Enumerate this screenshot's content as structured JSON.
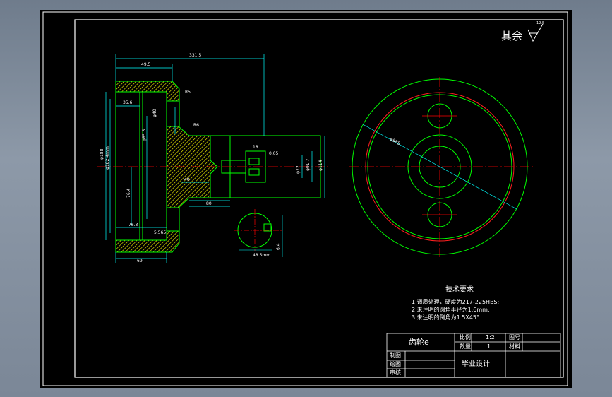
{
  "roughness_note": "其余",
  "roughness_value": "12.5",
  "tech_requirements": {
    "title": "技术要求",
    "items": [
      "1.调质处理，硬度为217-225HBS;",
      "2.未注明的圆角半径为1.6mm;",
      "3.未注明的倒角为1.5X45°."
    ]
  },
  "title_block": {
    "part_name": "齿轮e",
    "scale_label": "比例",
    "scale_value": "1:2",
    "sheet_label": "图号",
    "qty_label": "数量",
    "qty_value": "1",
    "material_label": "材料",
    "drawn_label": "制图",
    "drawer_label": "绘图",
    "reviewed_label": "审核",
    "project": "毕业设计"
  },
  "dimensions": {
    "overall_length": "331.5",
    "hub_width": "49.5",
    "inner_width": "35.6",
    "gear_od": "φ188",
    "thread": "φ182.4mm",
    "bore_d": "φ85.5",
    "root_d": "φ40",
    "shaft_d1": "φ114",
    "shaft_d2": "φ91.7",
    "shaft_d3": "φ72",
    "keyway_len": "18",
    "depth": "40",
    "shaft_len": "80",
    "face_len": "5.565",
    "bottom_len": "69",
    "center_dist": "76.4",
    "step": "76.3",
    "key_w": "48.5mm",
    "key_h": "6.4",
    "r1": "R5",
    "r2": "R6",
    "tol": "0.05",
    "circle_d": "φ888"
  },
  "colors": {
    "sheet": "#000000",
    "geometry": "#00ff00",
    "dimension": "#00ffff",
    "center_line": "#ff0000",
    "text": "#ffffff",
    "hatch": "#ffff00"
  }
}
